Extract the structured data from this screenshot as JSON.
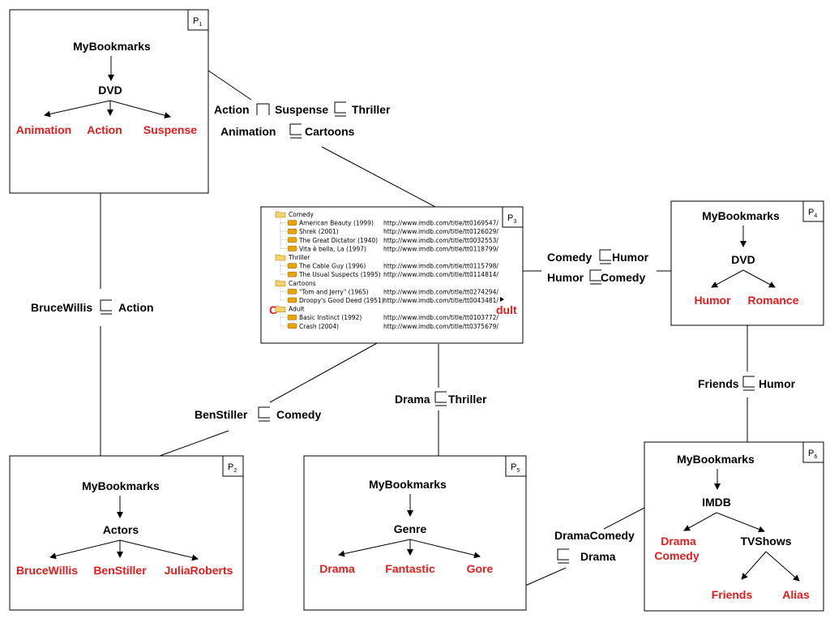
{
  "peers": {
    "p1": {
      "id": "P",
      "sub": "1",
      "root": "MyBookmarks",
      "node": "DVD",
      "leaves": [
        "Animation",
        "Action",
        "Suspense"
      ]
    },
    "p2": {
      "id": "P",
      "sub": "2",
      "root": "MyBookmarks",
      "node": "Actors",
      "leaves": [
        "BruceWillis",
        "BenStiller",
        "JuliaRoberts"
      ]
    },
    "p3": {
      "id": "P",
      "sub": "3"
    },
    "p4": {
      "id": "P",
      "sub": "4",
      "root": "MyBookmarks",
      "node": "DVD",
      "leaves": [
        "Humor",
        "Romance"
      ]
    },
    "p5": {
      "id": "P",
      "sub": "5",
      "root": "MyBookmarks",
      "node": "Genre",
      "leaves": [
        "Drama",
        "Fantastic",
        "Gore"
      ]
    },
    "p6": {
      "id": "P",
      "sub": "6",
      "root": "MyBookmarks",
      "node": "IMDB",
      "leaf1_line1": "Drama",
      "leaf1_line2": "Comedy",
      "node2": "TVShows",
      "leaves2": [
        "Friends",
        "Alias"
      ]
    }
  },
  "mappings": {
    "p1_p3_a": {
      "left": "Action",
      "mid": "Suspense",
      "right": "Thriller"
    },
    "p1_p3_b": {
      "left": "Animation",
      "right": "Cartoons"
    },
    "p1_p2": {
      "left": "BruceWillis",
      "right": "Action"
    },
    "p3_p4_a": {
      "left": "Comedy",
      "right": "Humor"
    },
    "p3_p4_b": {
      "left": "Humor",
      "right": "Comedy"
    },
    "p3_p2": {
      "left": "BenStiller",
      "right": "Comedy"
    },
    "p3_p5": {
      "left": "Drama",
      "right": "Thriller"
    },
    "p4_p6": {
      "left": "Friends",
      "right": "Humor"
    },
    "p6_p5": {
      "left_line1": "DramaComedy",
      "right": "Drama"
    }
  },
  "bookmarks": {
    "folders": [
      {
        "name": "Comedy",
        "items": [
          {
            "title": "American Beauty (1999)",
            "url": "http://www.imdb.com/title/tt0169547/"
          },
          {
            "title": "Shrek (2001)",
            "url": "http://www.imdb.com/title/tt0126029/"
          },
          {
            "title": "The Great Dictator (1940)",
            "url": "http://www.imdb.com/title/tt0032553/"
          },
          {
            "title": "Vita è bella, La (1997)",
            "url": "http://www.imdb.com/title/tt0118799/"
          }
        ]
      },
      {
        "name": "Thriller",
        "items": [
          {
            "title": "The Cable Guy (1996)",
            "url": "http://www.imdb.com/title/tt0115798/"
          },
          {
            "title": "The Usual Suspects (1995)",
            "url": "http://www.imdb.com/title/tt0114814/"
          }
        ]
      },
      {
        "name": "Cartoons",
        "items": [
          {
            "title": "\"Tom and Jerry\" (1965)",
            "url": "http://www.imdb.com/title/tt0274294/"
          },
          {
            "title": "Droopy's Good Deed (1951)",
            "url": "http://www.imdb.com/title/tt0043481/"
          }
        ]
      },
      {
        "name": "Adult",
        "items": [
          {
            "title": "Basic Instinct (1992)",
            "url": "http://www.imdb.com/title/tt0103772/"
          },
          {
            "title": "Crash (2004)",
            "url": "http://www.imdb.com/title/tt0375679/"
          }
        ]
      }
    ],
    "overlay_left": "C",
    "overlay_right": "dult"
  },
  "colors": {
    "concept": "#e31b1b",
    "text": "#000000",
    "folder": "#f3d36a",
    "bookmark_icon": "#e8a400"
  }
}
